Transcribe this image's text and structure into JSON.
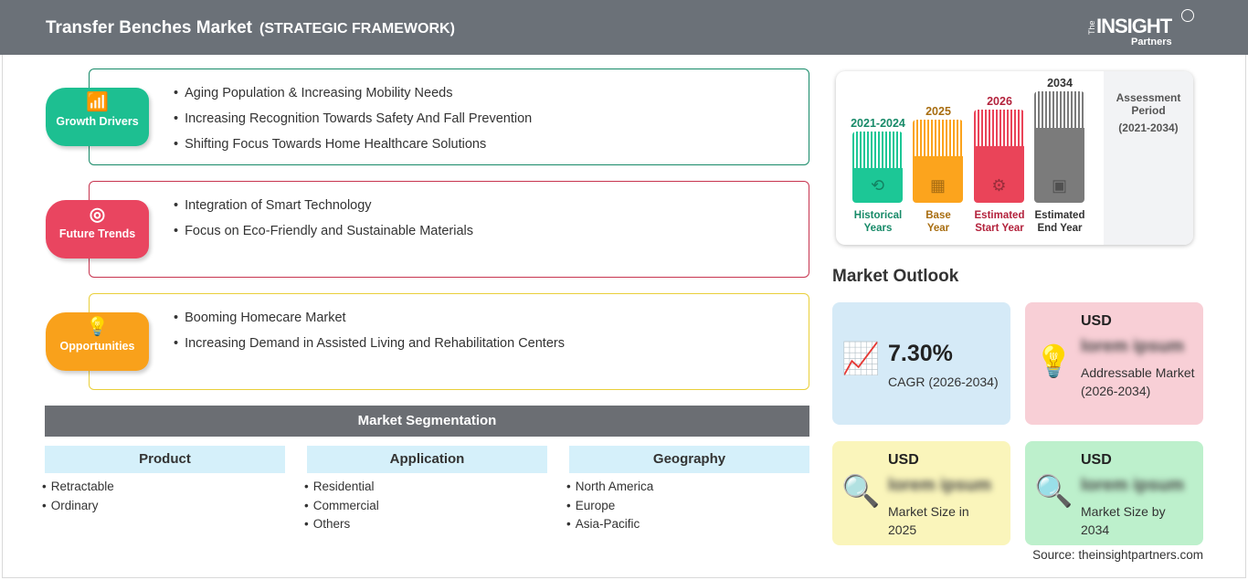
{
  "header": {
    "title": "Transfer Benches Market",
    "subtitle": "(STRATEGIC FRAMEWORK)",
    "logo": {
      "the": "The",
      "insight": "INSIGHT",
      "partners": "Partners"
    }
  },
  "sections": [
    {
      "label": "Growth Drivers",
      "icon": "growth-chart-icon",
      "color": "#1dbf91",
      "items": [
        "Aging Population & Increasing Mobility Needs",
        "Increasing Recognition Towards Safety And Fall Prevention",
        "Shifting Focus Towards Home Healthcare Solutions"
      ]
    },
    {
      "label": "Future Trends",
      "icon": "target-icon",
      "color": "#e94560",
      "items": [
        "Integration of Smart Technology",
        "Focus on Eco-Friendly and Sustainable Materials"
      ]
    },
    {
      "label": "Opportunities",
      "icon": "lightbulb-hand-icon",
      "color": "#f9a11b",
      "items": [
        "Booming Homecare Market",
        "Increasing Demand in Assisted Living and Rehabilitation Centers"
      ]
    }
  ],
  "segmentation": {
    "title": "Market Segmentation",
    "columns": [
      {
        "title": "Product",
        "items": [
          "Retractable",
          "Ordinary"
        ]
      },
      {
        "title": "Application",
        "items": [
          "Residential",
          "Commercial",
          "Others"
        ]
      },
      {
        "title": "Geography",
        "items": [
          "North America",
          "Europe",
          "Asia-Pacific"
        ]
      }
    ]
  },
  "timeline": {
    "bars": [
      {
        "year": "2021-2024",
        "label1": "Historical",
        "label2": "Years",
        "color": "#1cc796",
        "text_color": "#178a68",
        "icon": "history-icon"
      },
      {
        "year": "2025",
        "label1": "Base",
        "label2": "Year",
        "color": "#fca41d",
        "text_color": "#a86d10",
        "icon": "calendar-icon"
      },
      {
        "year": "2026",
        "label1": "Estimated",
        "label2": "Start Year",
        "color": "#ea4459",
        "text_color": "#b3223c",
        "icon": "monitor-gear-icon"
      },
      {
        "year": "2034",
        "label1": "Estimated",
        "label2": "End Year",
        "color": "#7b7b7b",
        "text_color": "#333333",
        "icon": "presentation-icon"
      }
    ],
    "assessment": {
      "label1": "Assessment",
      "label2": "Period",
      "range": "(2021-2034)"
    }
  },
  "outlook": {
    "title": "Market Outlook",
    "cagr": {
      "value": "7.30%",
      "label": "CAGR (2026-2034)",
      "color": "#d5eaf7"
    },
    "addressable": {
      "currency": "USD",
      "value": "lorem ipsum",
      "label": "Addressable Market (2026-2034)",
      "color": "#f8cfd6"
    },
    "size2025": {
      "currency": "USD",
      "value": "lorem ipsum",
      "label": "Market Size in 2025",
      "color": "#faf5bb"
    },
    "size2034": {
      "currency": "USD",
      "value": "lorem ipsum",
      "label": "Market Size by 2034",
      "color": "#bdf0cc"
    },
    "source": "Source: theinsightpartners.com"
  }
}
